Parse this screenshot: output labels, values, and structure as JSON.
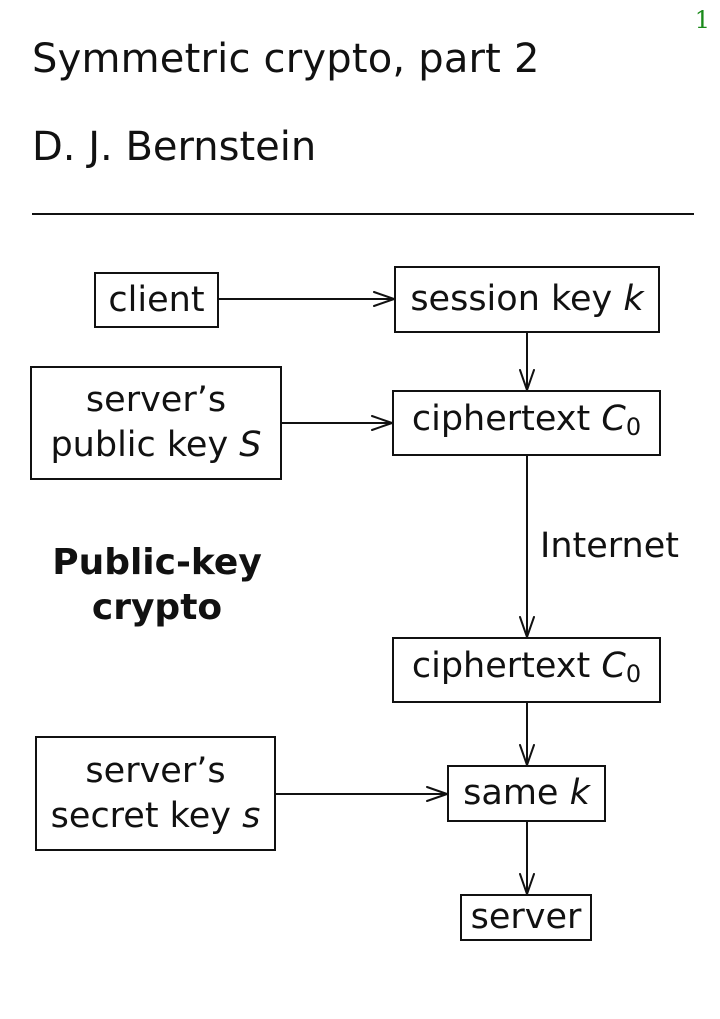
{
  "slide": {
    "page_number": "1",
    "title": "Symmetric crypto, part 2",
    "author": "D. J. Bernstein"
  },
  "diagram": {
    "heading_line1": "Public-key",
    "heading_line2": "crypto",
    "client": "client",
    "session_key_text": "session key ",
    "session_key_var": "k",
    "server_public_line1": "server’s",
    "server_public_line2_text": "public key ",
    "server_public_line2_var": "S",
    "ciphertext_text": "ciphertext ",
    "ciphertext_var": "C",
    "ciphertext_sub": "0",
    "internet": "Internet",
    "server_secret_line1": "server’s",
    "server_secret_line2_text": "secret key ",
    "server_secret_line2_var": "s",
    "same_text": "same ",
    "same_var": "k",
    "server": "server"
  }
}
